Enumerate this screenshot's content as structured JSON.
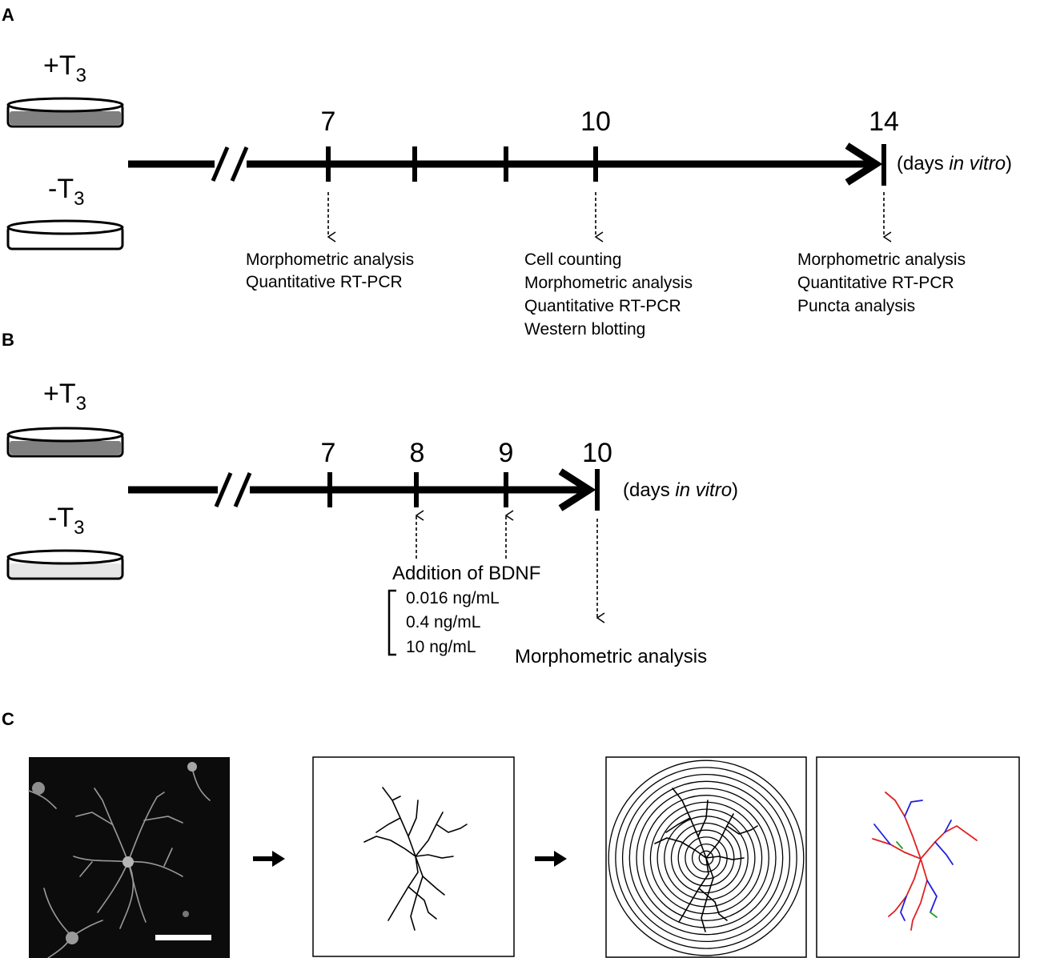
{
  "panels": {
    "A": {
      "label": "A",
      "conditions": [
        {
          "prefix": "+T",
          "subscript": "3",
          "dish": "dark"
        },
        {
          "prefix": "-T",
          "subscript": "3",
          "dish": "empty"
        }
      ],
      "ticks": [
        "7",
        "",
        "",
        "10",
        "14"
      ],
      "unit_prefix": "(days ",
      "unit_italic": "in vitro",
      "unit_suffix": ")",
      "analyses": [
        {
          "day": "7",
          "items": [
            "Morphometric analysis",
            "Quantitative RT-PCR"
          ]
        },
        {
          "day": "10",
          "items": [
            "Cell counting",
            "Morphometric analysis",
            "Quantitative RT-PCR",
            "Western blotting"
          ]
        },
        {
          "day": "14",
          "items": [
            "Morphometric analysis",
            "Quantitative RT-PCR",
            "Puncta analysis"
          ]
        }
      ]
    },
    "B": {
      "label": "B",
      "conditions": [
        {
          "prefix": "+T",
          "subscript": "3",
          "dish": "dark"
        },
        {
          "prefix": "-T",
          "subscript": "3",
          "dish": "light"
        }
      ],
      "ticks": [
        "7",
        "8",
        "9",
        "10"
      ],
      "unit_prefix": "(days ",
      "unit_italic": "in vitro",
      "unit_suffix": ")",
      "bdnf_title": "Addition of BDNF",
      "bdnf_doses": [
        "0.016 ng/mL",
        "0.4 ng/mL",
        "10 ng/mL"
      ],
      "day10_analysis": "Morphometric analysis"
    },
    "C": {
      "label": "C",
      "steps": [
        "micrograph",
        "traced-neuron",
        "sholl-analysis",
        "dendrite-order-map"
      ],
      "colors": {
        "primary": "#e02020",
        "secondary": "#2020e0",
        "tertiary": "#20a020"
      }
    }
  }
}
